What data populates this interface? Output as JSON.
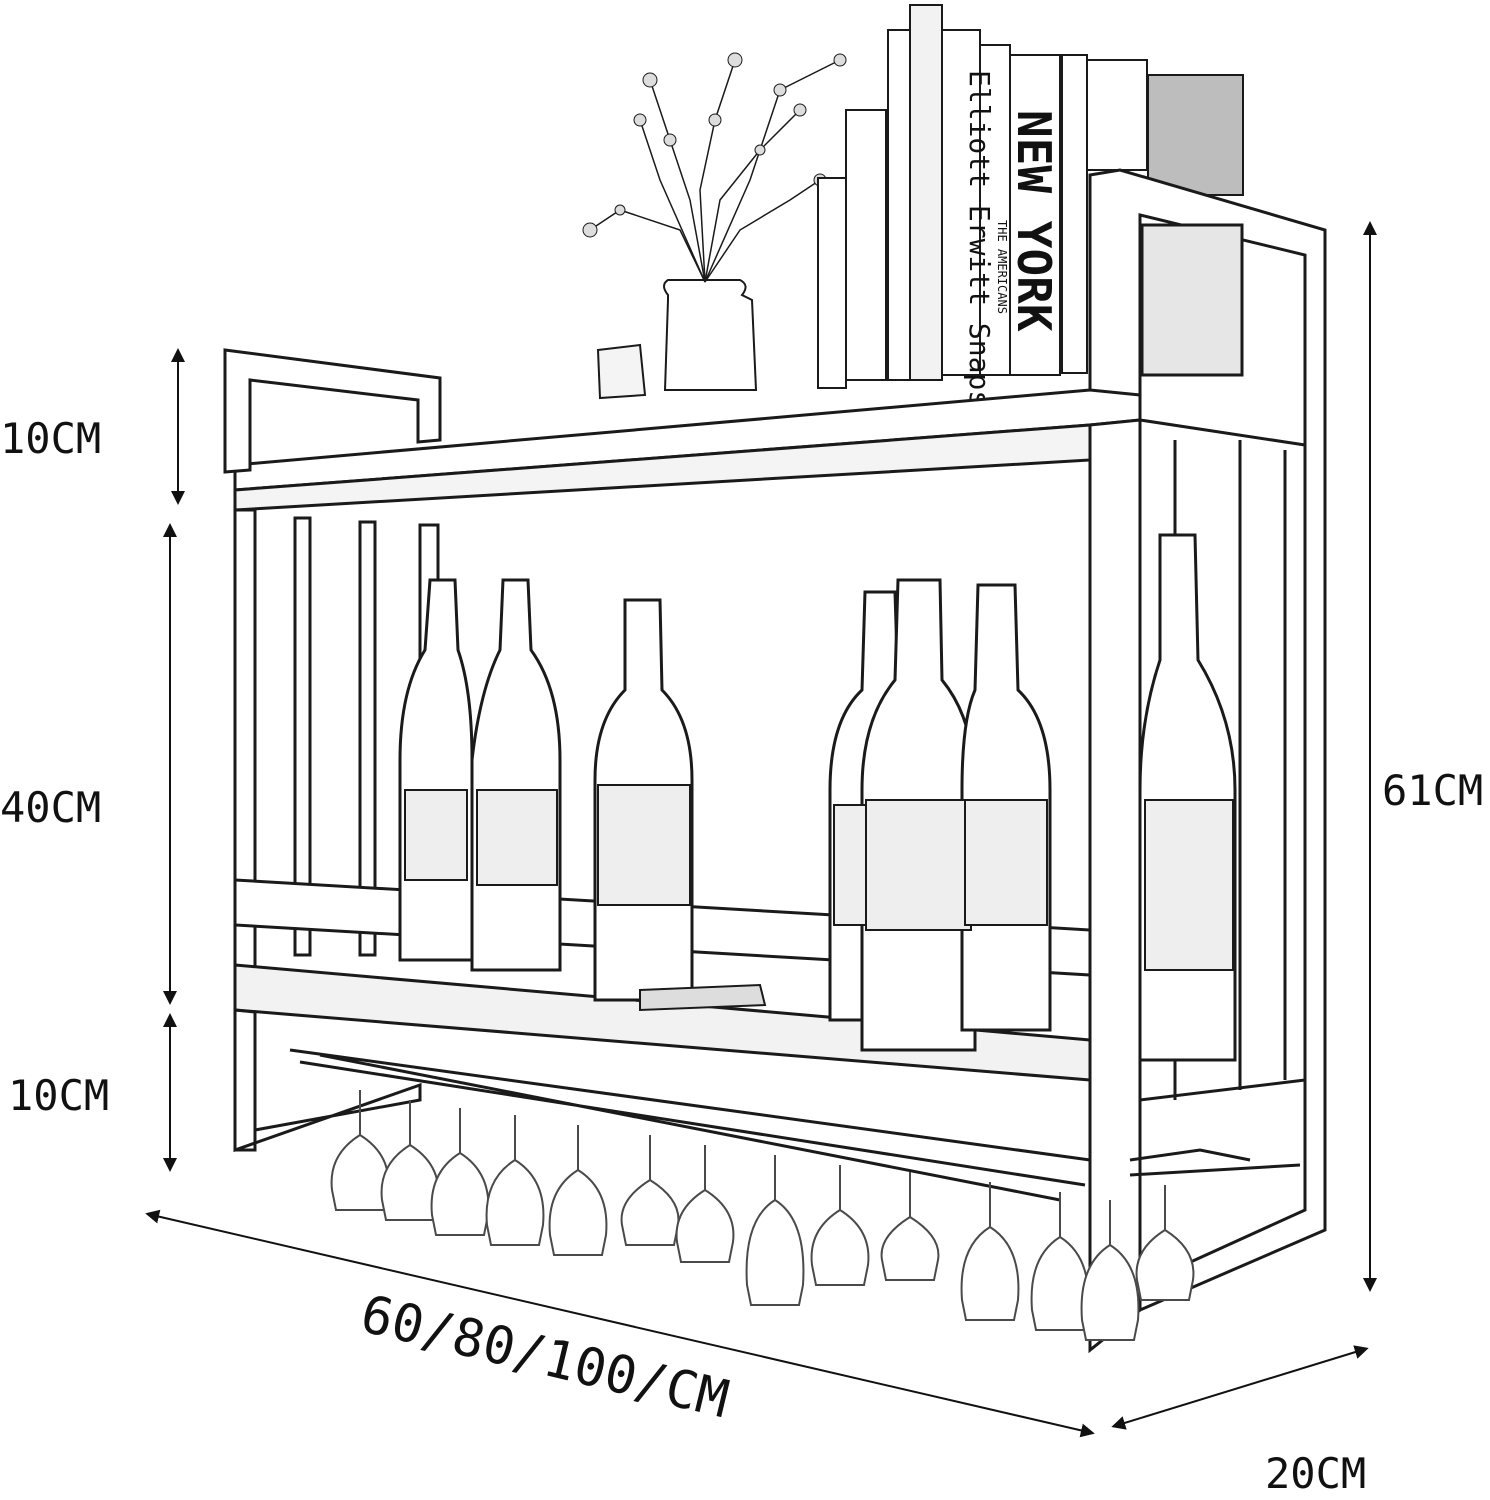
{
  "dimensions": {
    "top_gap": "10CM",
    "middle_gap": "40CM",
    "bottom_gap": "10CM",
    "total_height": "61CM",
    "width": "60/80/100/CM",
    "depth": "20CM"
  },
  "book_titles": {
    "author": "Elliott Erwitt Snaps",
    "city": "NEW YORK",
    "subtitle": "THE AMERICANS"
  },
  "colors": {
    "line": "#1a1a1a",
    "fill": "#ffffff",
    "shade": "#e6e6e6"
  }
}
